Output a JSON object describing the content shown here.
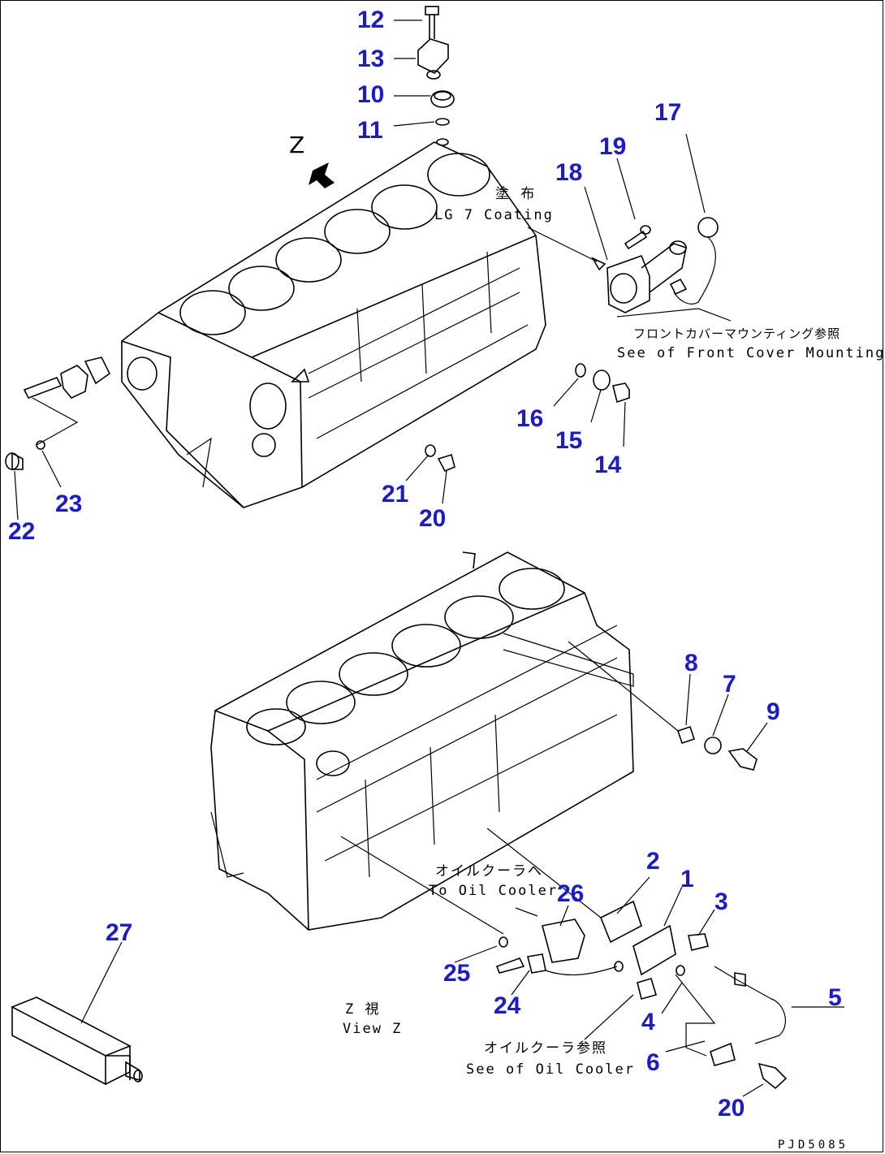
{
  "part_labels": {
    "n12": "12",
    "n13": "13",
    "n10": "10",
    "n11": "11",
    "n17": "17",
    "n19": "19",
    "n18": "18",
    "n16": "16",
    "n15": "15",
    "n14": "14",
    "n21": "21",
    "n20a": "20",
    "n22": "22",
    "n23": "23",
    "n8": "8",
    "n7": "7",
    "n9": "9",
    "n2": "2",
    "n1": "1",
    "n3": "3",
    "n26": "26",
    "n27": "27",
    "n25": "25",
    "n24": "24",
    "n5": "5",
    "n4": "4",
    "n6": "6",
    "n20b": "20"
  },
  "notes": {
    "view_marker": "Z",
    "coating_jp": "塗 布",
    "coating_en": "LG 7 Coating",
    "front_cover_jp": "フロントカバーマウンティング参照",
    "front_cover_en": "See of Front Cover Mounting",
    "to_oil_cooler_jp": "オイルクーラへ",
    "to_oil_cooler_en": "To Oil Cooler",
    "view_z_jp": "Z 視",
    "view_z_en": "View Z",
    "see_oil_cooler_jp": "オイルクーラ参照",
    "see_oil_cooler_en": "See of Oil Cooler",
    "drawing_code": "PJD5085"
  },
  "colors": {
    "label": "#1a1ad6",
    "line": "#000000",
    "background": "#ffffff"
  }
}
